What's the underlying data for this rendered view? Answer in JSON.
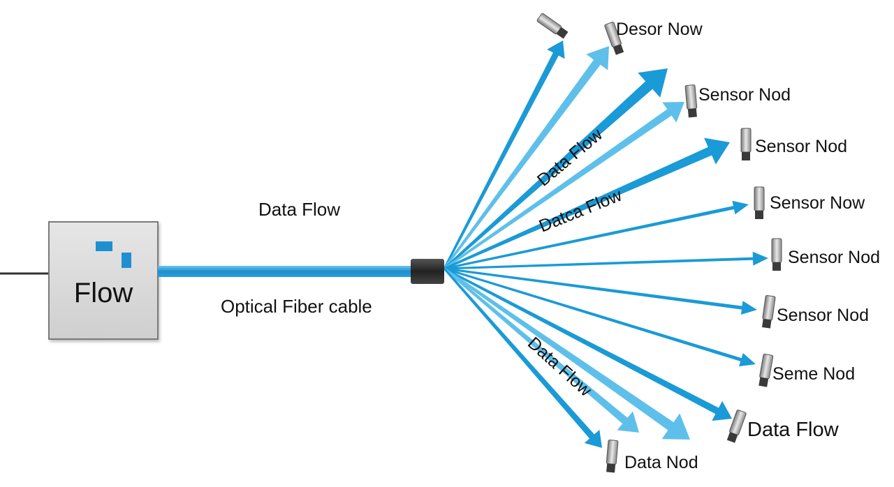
{
  "source_box": {
    "label": "Flow"
  },
  "cable": {
    "label_top": "Data Flow",
    "label_bottom": "Optical Fiber cable"
  },
  "flow_labels": [
    "Data Flow",
    "Datca Flow",
    "Data Flow"
  ],
  "nodes": [
    {
      "label": ""
    },
    {
      "label": "Desor Now"
    },
    {
      "label": ""
    },
    {
      "label": "Sensor Nod"
    },
    {
      "label": "Sensor Nod"
    },
    {
      "label": "Sensor Now"
    },
    {
      "label": "Sensor Nod"
    },
    {
      "label": "Sensor Nod"
    },
    {
      "label": "Seme Nod"
    },
    {
      "label": "Data Flow"
    },
    {
      "label": ""
    },
    {
      "label": "Data Nod"
    }
  ],
  "colors": {
    "arrow_dark": "#1a9ad6",
    "arrow_light": "#5ec0ea",
    "box_fill": "#d9d9d9",
    "box_border": "#7a7a7a",
    "square_blue": "#1e90d0"
  }
}
